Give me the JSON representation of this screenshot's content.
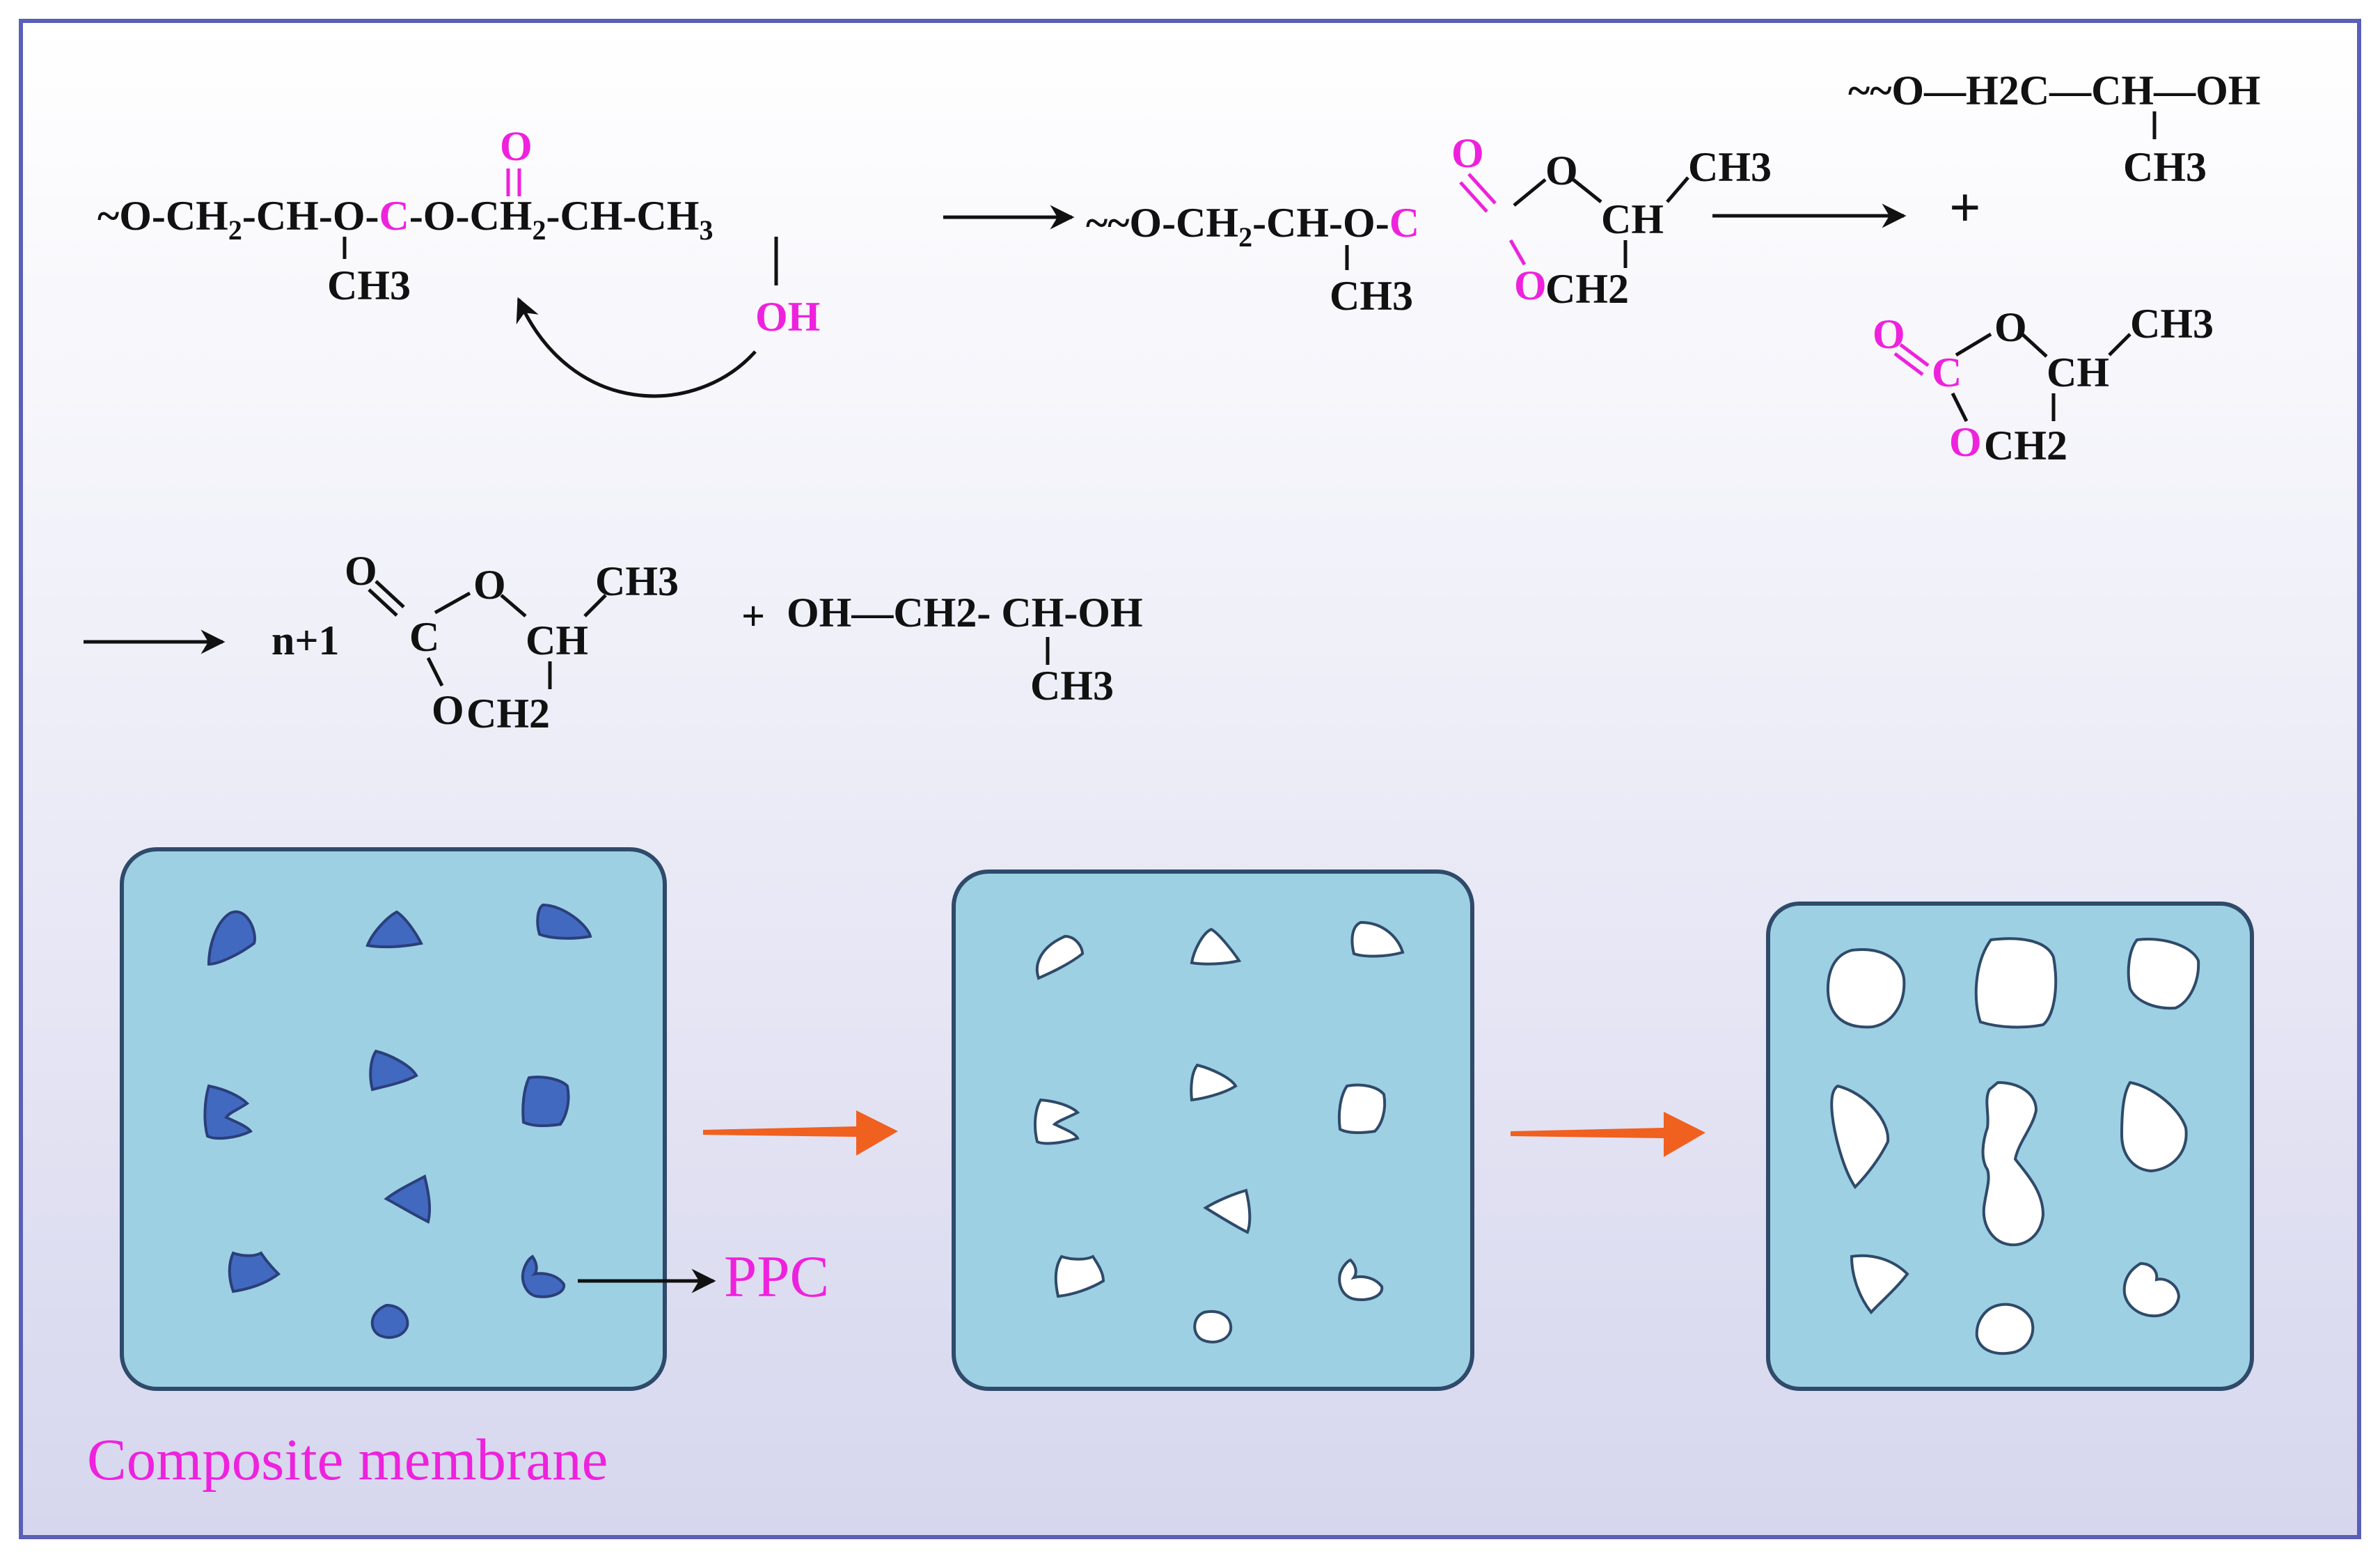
{
  "colors": {
    "frame": "#5a5fb8",
    "membrane_fill": "#9dd0e3",
    "membrane_stroke": "#2f4a6a",
    "ppc_particle": "#4169c0",
    "pore": "#ffffff",
    "arrow_orange": "#f0601f",
    "highlight": "#ee22dd",
    "text": "#111111"
  },
  "scheme": {
    "reactant": {
      "chain": [
        "~O-CH",
        "2",
        "-CH-O-",
        "C",
        "-O-CH",
        "2",
        "-CH-CH",
        "3"
      ],
      "carbonyl_o": "O",
      "methyl": "CH3",
      "hydroxyl": "OH"
    },
    "intermediate": {
      "chain": [
        "~~O-CH",
        "2",
        "-CH-O-",
        "C"
      ],
      "methyl": "CH3",
      "ring": {
        "exo_o": "O",
        "ring_o_top": "O",
        "ch": "CH",
        "ch3": "CH3",
        "ring_o_bottom": "O",
        "ch2": "CH2"
      }
    },
    "products_top": {
      "chain_end": "~~O—H2C—CH—OH",
      "methyl": "CH3",
      "plus": "+",
      "cyclic": {
        "exo_o": "O",
        "c": "C",
        "ring_o_top": "O",
        "ch": "CH",
        "ch3": "CH3",
        "ring_o_bottom": "O",
        "ch2": "CH2"
      }
    },
    "final": {
      "coefficient": "n+1",
      "cyclic": {
        "exo_o": "O",
        "c": "C",
        "ring_o_top": "O",
        "ch": "CH",
        "ch3": "CH3",
        "ring_o_bottom": "O",
        "ch2": "CH2"
      },
      "plus": "+",
      "diol": "OH—CH2- CH-OH",
      "methyl": "CH3"
    }
  },
  "labels": {
    "ppc": "PPC",
    "composite_membrane": "Composite membrane"
  },
  "membrane_stages": [
    {
      "name": "composite-membrane",
      "content": "ppc-particles"
    },
    {
      "name": "partially-degraded-membrane",
      "content": "small-pores"
    },
    {
      "name": "porous-membrane",
      "content": "enlarged-pores"
    }
  ]
}
